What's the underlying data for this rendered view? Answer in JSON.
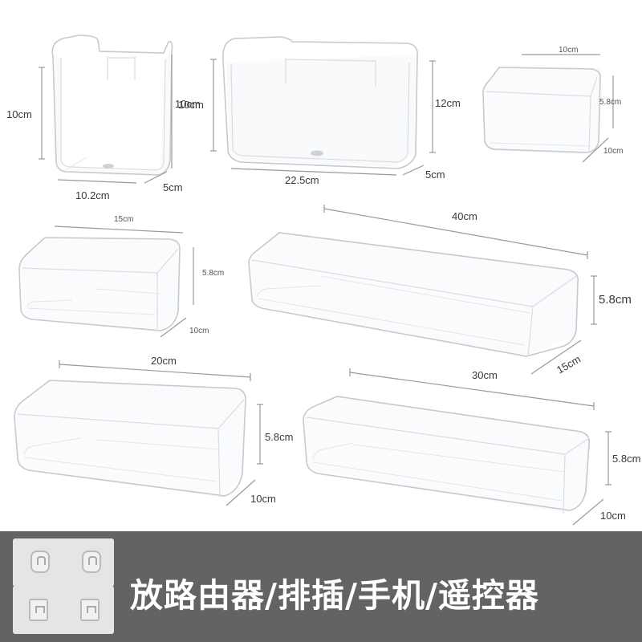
{
  "dimensions": {
    "box1": {
      "height": "10cm",
      "inner_height": "10cm",
      "width": "10.2cm",
      "depth": "5cm"
    },
    "box2": {
      "inner_height": "10cm",
      "height": "12cm",
      "width": "22.5cm",
      "depth": "5cm"
    },
    "box3": {
      "width": "10cm",
      "height": "5.8cm",
      "depth": "10cm"
    },
    "box4": {
      "width": "15cm",
      "height": "5.8cm",
      "depth": "10cm"
    },
    "box5": {
      "width": "40cm",
      "height": "5.8cm",
      "depth": "15cm"
    },
    "box6": {
      "width": "20cm",
      "height": "5.8cm",
      "depth": "10cm"
    },
    "box7": {
      "width": "30cm",
      "height": "5.8cm",
      "depth": "10cm"
    }
  },
  "banner": {
    "title": "放路由器/排插/手机/遥控器",
    "background": "#636363",
    "hook_panels": [
      "round-adhesive-hooks",
      "square-adhesive-hooks"
    ]
  }
}
